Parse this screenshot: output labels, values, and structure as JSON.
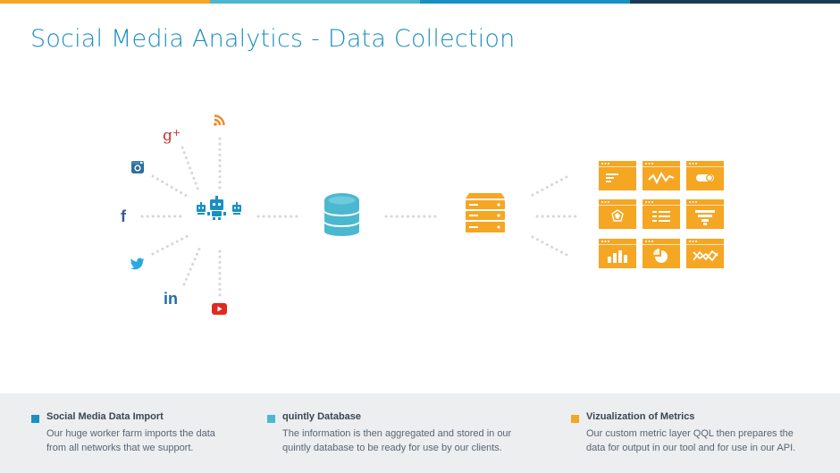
{
  "title": "Social Media Analytics - Data Collection",
  "colors": {
    "bar": [
      "#f5a623",
      "#4bb8cf",
      "#1a8fc1",
      "#1b3a57"
    ],
    "title": "#1b8fc4",
    "hub": "#1b8fc4",
    "database": "#4bb8cf",
    "metrics": "#f5a623",
    "dots": "#d4d7da"
  },
  "sources": [
    {
      "name": "google-plus-icon",
      "glyph": "g+",
      "color": "#c8322c"
    },
    {
      "name": "rss-icon",
      "glyph": "rss",
      "color": "#f08a24"
    },
    {
      "name": "instagram-icon",
      "glyph": "instagram",
      "color": "#2d6e9b"
    },
    {
      "name": "facebook-icon",
      "glyph": "f",
      "color": "#3b5a97"
    },
    {
      "name": "twitter-icon",
      "glyph": "twitter",
      "color": "#2aa9e0"
    },
    {
      "name": "linkedin-icon",
      "glyph": "in",
      "color": "#1f6ea3"
    },
    {
      "name": "youtube-icon",
      "glyph": "youtube",
      "color": "#e02a20"
    }
  ],
  "nodes": [
    "robot-workers-icon",
    "database-icon",
    "server-icon"
  ],
  "metric_icons": [
    "list-chart-icon",
    "line-chart-icon",
    "toggle-chart-icon",
    "radar-chart-icon",
    "table-chart-icon",
    "funnel-chart-icon",
    "bar-chart-icon",
    "pie-chart-icon",
    "cross-line-chart-icon"
  ],
  "footer": {
    "items": [
      {
        "heading": "Social Media Data Import",
        "lines": [
          "Our huge worker farm imports the data",
          "from all networks that we support."
        ],
        "color": "#1a8fc1"
      },
      {
        "heading": "quintly Database",
        "lines": [
          "The information is then aggregated and stored in our",
          "quintly database to be ready for use by our clients."
        ],
        "color": "#4bb8cf"
      },
      {
        "heading": "Vizualization of Metrics",
        "lines": [
          "Our custom metric layer QQL then prepares the",
          "data for output in our tool and for use in our API."
        ],
        "color": "#f5a623"
      }
    ]
  }
}
